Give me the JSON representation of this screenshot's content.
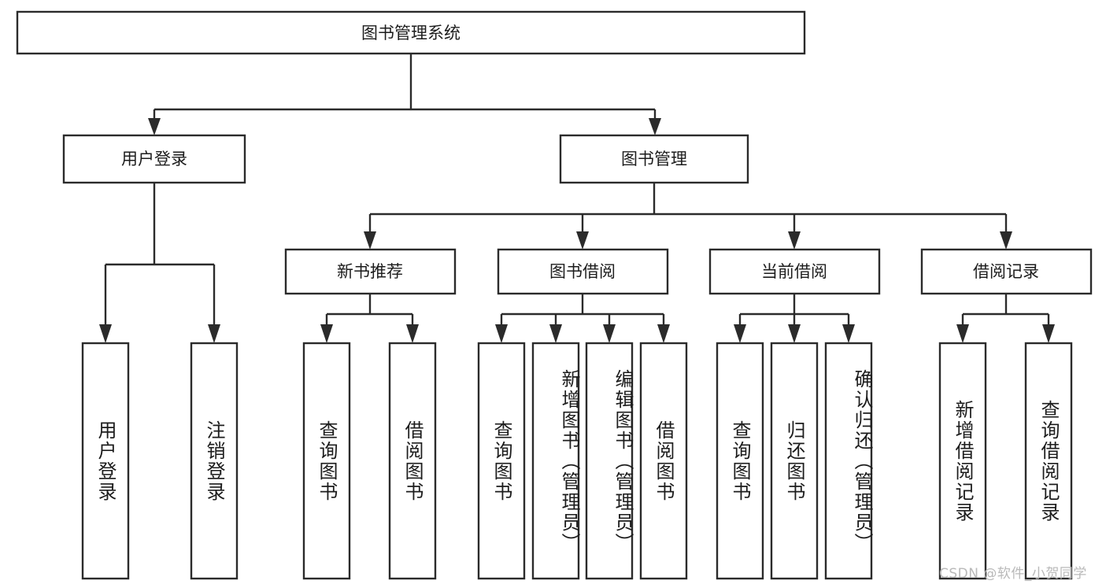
{
  "diagram": {
    "title": "图书管理系统",
    "watermark": "CSDN @软件_小贺同学",
    "levels": {
      "root": {
        "label": "图书管理系统"
      },
      "level2": [
        {
          "label": "用户登录"
        },
        {
          "label": "图书管理"
        }
      ],
      "level3": [
        {
          "label": "新书推荐"
        },
        {
          "label": "图书借阅"
        },
        {
          "label": "当前借阅"
        },
        {
          "label": "借阅记录"
        }
      ],
      "leaves": {
        "user_login": [
          {
            "label": "用户登录"
          },
          {
            "label": "注销登录"
          }
        ],
        "new_book_recommend": [
          {
            "label": "查询图书"
          },
          {
            "label": "借阅图书"
          }
        ],
        "book_borrow": [
          {
            "label": "查询图书"
          },
          {
            "label": "新增图书（管理员）"
          },
          {
            "label": "编辑图书（管理员）"
          },
          {
            "label": "借阅图书"
          }
        ],
        "current_borrow": [
          {
            "label": "查询图书"
          },
          {
            "label": "归还图书"
          },
          {
            "label": "确认归还（管理员）"
          }
        ],
        "borrow_record": [
          {
            "label": "新增借阅记录"
          },
          {
            "label": "查询借阅记录"
          }
        ]
      }
    },
    "colors": {
      "stroke": "#2b2b2b",
      "fill": "#ffffff",
      "text": "#1c1c1c",
      "watermark": "#b9b9b9"
    }
  }
}
